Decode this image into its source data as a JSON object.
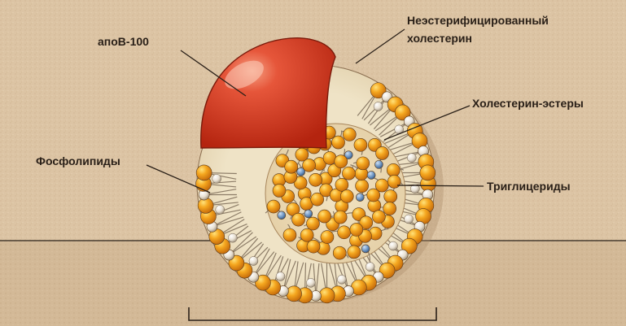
{
  "labels": {
    "apob": "апоВ-100",
    "free_cholesterol_line1": "Неэстерифицированный",
    "free_cholesterol_line2": "холестерин",
    "cholesterol_esters": "Холестерин-эстеры",
    "phospholipids": "Фосфолипиды",
    "triglycerides": "Триглицериды"
  },
  "colors": {
    "background": "#dcc4a4",
    "background_lower": "#d2b896",
    "apob_protein": "#d83a22",
    "lipid_head": "#f2a21e",
    "phospholipid_head_white": "#efe9dd",
    "cholesterol_ester_blue": "#6f97c4",
    "outline": "#3a2a20"
  },
  "icons": [
    "apob-protein-dome",
    "phospholipid-head",
    "cholesterol-molecule",
    "core-droplet"
  ]
}
